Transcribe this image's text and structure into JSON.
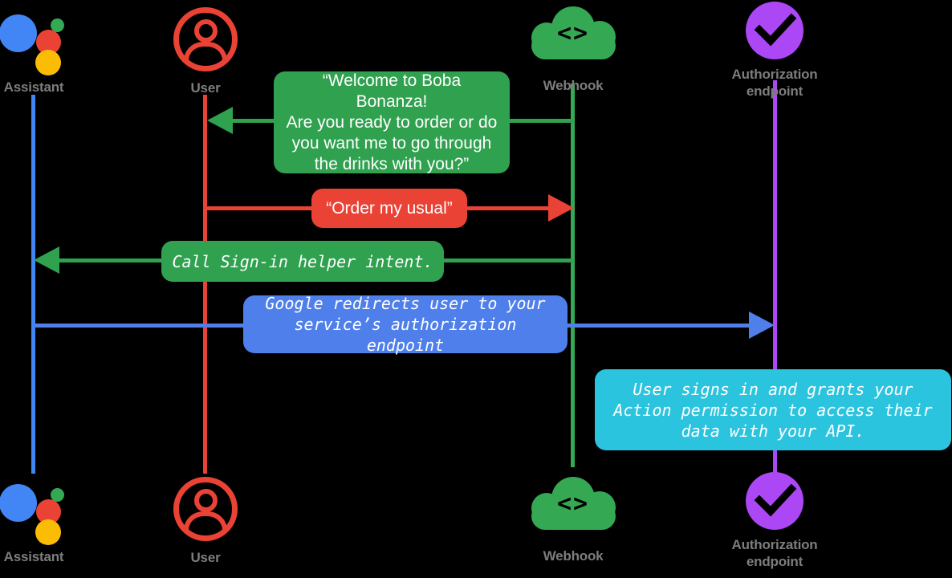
{
  "diagram": {
    "title": "Account linking sequence diagram",
    "background": "#000000",
    "label_color": "#7d7d7d"
  },
  "actors": [
    {
      "id": "assistant",
      "label": "Assistant",
      "icon": "google-assistant-logo-icon",
      "lifeline_color": "#4285F4",
      "colors": {
        "blue": "#4285F4",
        "red": "#EA4335",
        "green": "#34A853",
        "yellow": "#FBBC05"
      }
    },
    {
      "id": "user",
      "label": "User",
      "icon": "user-person-icon",
      "lifeline_color": "#EA4335",
      "colors": {
        "primary": "#EA4335"
      }
    },
    {
      "id": "webhook",
      "label": "Webhook",
      "icon": "cloud-code-icon",
      "code_glyph": "<>",
      "lifeline_color": "#34A853",
      "colors": {
        "primary": "#34A853"
      }
    },
    {
      "id": "authorization",
      "label_line1": "Authorization",
      "label_line2": "endpoint",
      "icon": "purple-checkmark-badge-icon",
      "lifeline_color": "#AB47F5",
      "colors": {
        "primary": "#AB47F5"
      }
    }
  ],
  "messages": [
    {
      "id": "welcome",
      "from": "webhook",
      "to": "user",
      "direction": "left",
      "color": "#2FA14F",
      "style": "sans",
      "lines": [
        "“Welcome to Boba Bonanza!",
        "Are you ready to order or do",
        "you want me to go through",
        "the drinks with you?”"
      ]
    },
    {
      "id": "order-my-usual",
      "from": "user",
      "to": "webhook",
      "direction": "right",
      "color": "#EA4335",
      "style": "sans",
      "lines": [
        "“Order my usual”"
      ]
    },
    {
      "id": "sign-in-helper",
      "from": "webhook",
      "to": "assistant",
      "direction": "left",
      "color": "#2FA14F",
      "style": "mono",
      "lines": [
        "Call Sign-in helper intent."
      ]
    },
    {
      "id": "redirect-to-auth",
      "from": "assistant",
      "to": "authorization",
      "direction": "right",
      "color": "#4F7FEA",
      "style": "mono",
      "lines": [
        "Google redirects user to your",
        "service’s authorization endpoint"
      ]
    },
    {
      "id": "user-grants-permission",
      "from": "authorization",
      "to": "authorization",
      "direction": "note",
      "color": "#2BC4DE",
      "style": "mono",
      "lines": [
        "User signs in and grants your",
        "Action permission to access their",
        "data with your API."
      ]
    }
  ]
}
